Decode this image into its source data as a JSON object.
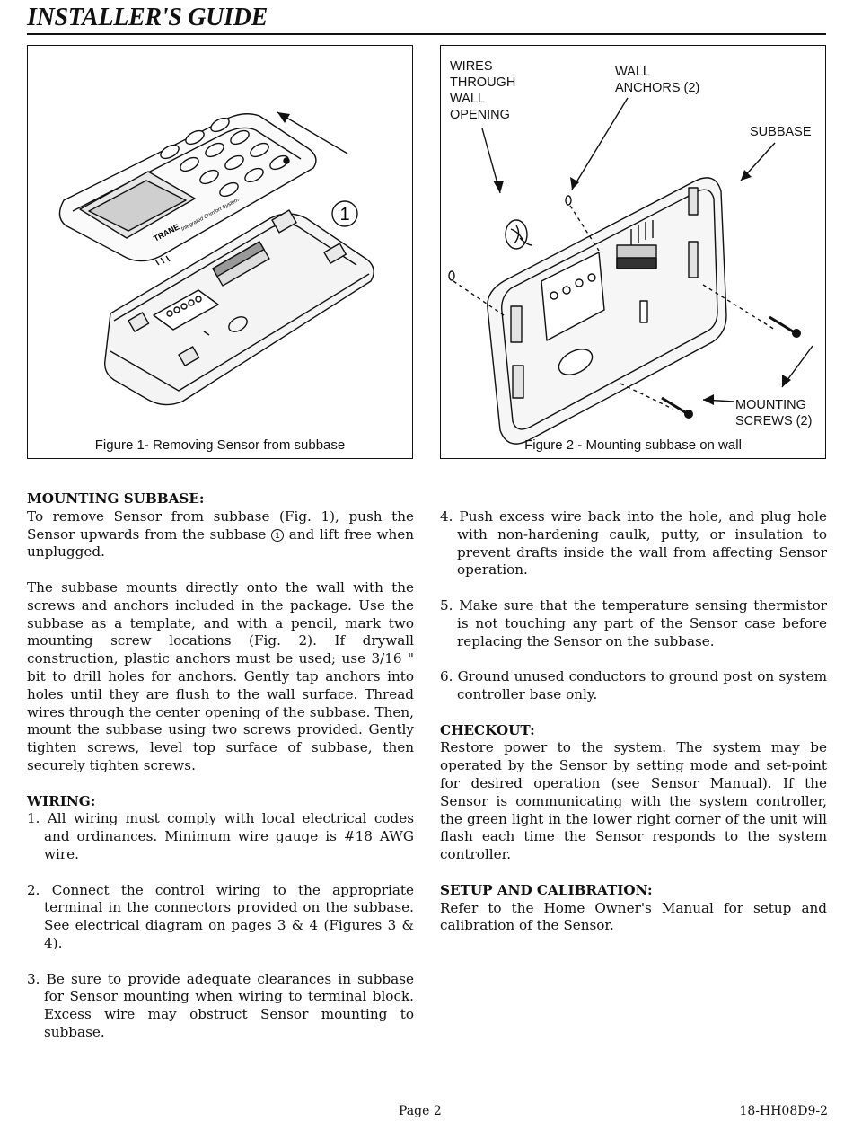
{
  "header": {
    "title": "INSTALLER'S GUIDE"
  },
  "figures": {
    "fig1": {
      "caption": "Figure 1- Removing Sensor from subbase",
      "callout_number": "1",
      "device_brand": "TRANE",
      "device_caption": "Integrated Comfort System"
    },
    "fig2": {
      "caption": "Figure 2 - Mounting subbase on wall",
      "label_wires": "WIRES\nTHROUGH\nWALL\nOPENING",
      "label_anchors": "WALL\nANCHORS (2)",
      "label_subbase": "SUBBASE",
      "label_screws": "MOUNTING\nSCREWS (2)"
    }
  },
  "sections": {
    "mounting": {
      "heading": "MOUNTING SUBBASE:",
      "p1_part1": "To remove Sensor from subbase (Fig. 1), push the Sensor upwards from the subbase",
      "p1_circled": "1",
      "p1_part2": "and lift free when unplugged.",
      "p2": "The subbase mounts directly onto the wall with the screws and anchors included in the package. Use the subbase as a template, and with a pencil, mark two mounting screw locations (Fig. 2). If drywall construction, plastic anchors must be used; use 3/16 \" bit to drill holes for anchors. Gently tap anchors into holes until they are flush to the wall surface. Thread wires through the center opening of the subbase. Then, mount the subbase using two screws provided. Gently tighten screws, level top surface of subbase, then securely tighten screws."
    },
    "wiring": {
      "heading": "WIRING:",
      "items": [
        "1. All wiring must comply with local electrical codes and ordinances. Minimum wire gauge is #18 AWG wire.",
        "2. Connect the control wiring to the appropriate terminal in the connectors provided on the subbase. See electrical diagram on pages 3 & 4 (Figures 3 & 4).",
        "3. Be sure to provide adequate clearances in subbase for Sensor mounting when wiring to terminal block. Excess wire may obstruct Sensor mounting to subbase.",
        "4. Push excess wire back into the hole, and plug hole with non-hardening caulk, putty, or insulation to prevent drafts inside the wall from affecting Sensor operation.",
        "5. Make sure that the temperature sensing thermistor is not touching any part of the Sensor case before replacing the Sensor on the subbase.",
        "6. Ground unused conductors to ground post on system controller base only."
      ]
    },
    "checkout": {
      "heading": "CHECKOUT:",
      "text": "Restore power to the system. The system may be operated by the Sensor by setting mode and set-point for desired operation (see Sensor Manual). If the Sensor is communicating with the system controller, the green light in the lower right corner of the unit will flash each time the Sensor responds to the system controller."
    },
    "setup": {
      "heading": "SETUP AND CALIBRATION:",
      "text": "Refer to the Home Owner's Manual for setup and calibration of the Sensor."
    }
  },
  "footer": {
    "page": "Page 2",
    "code": "18-HH08D9-2"
  }
}
